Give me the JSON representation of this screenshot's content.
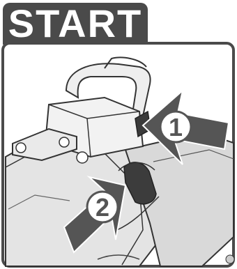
{
  "header": {
    "title": "START"
  },
  "steps": [
    {
      "label": "1"
    },
    {
      "label": "2"
    }
  ],
  "colors": {
    "tab": "#4a4a4a",
    "border": "#4a4a4a",
    "arrow": "#555555",
    "body_fill": "#e6e6e6",
    "outline": "#333333"
  }
}
